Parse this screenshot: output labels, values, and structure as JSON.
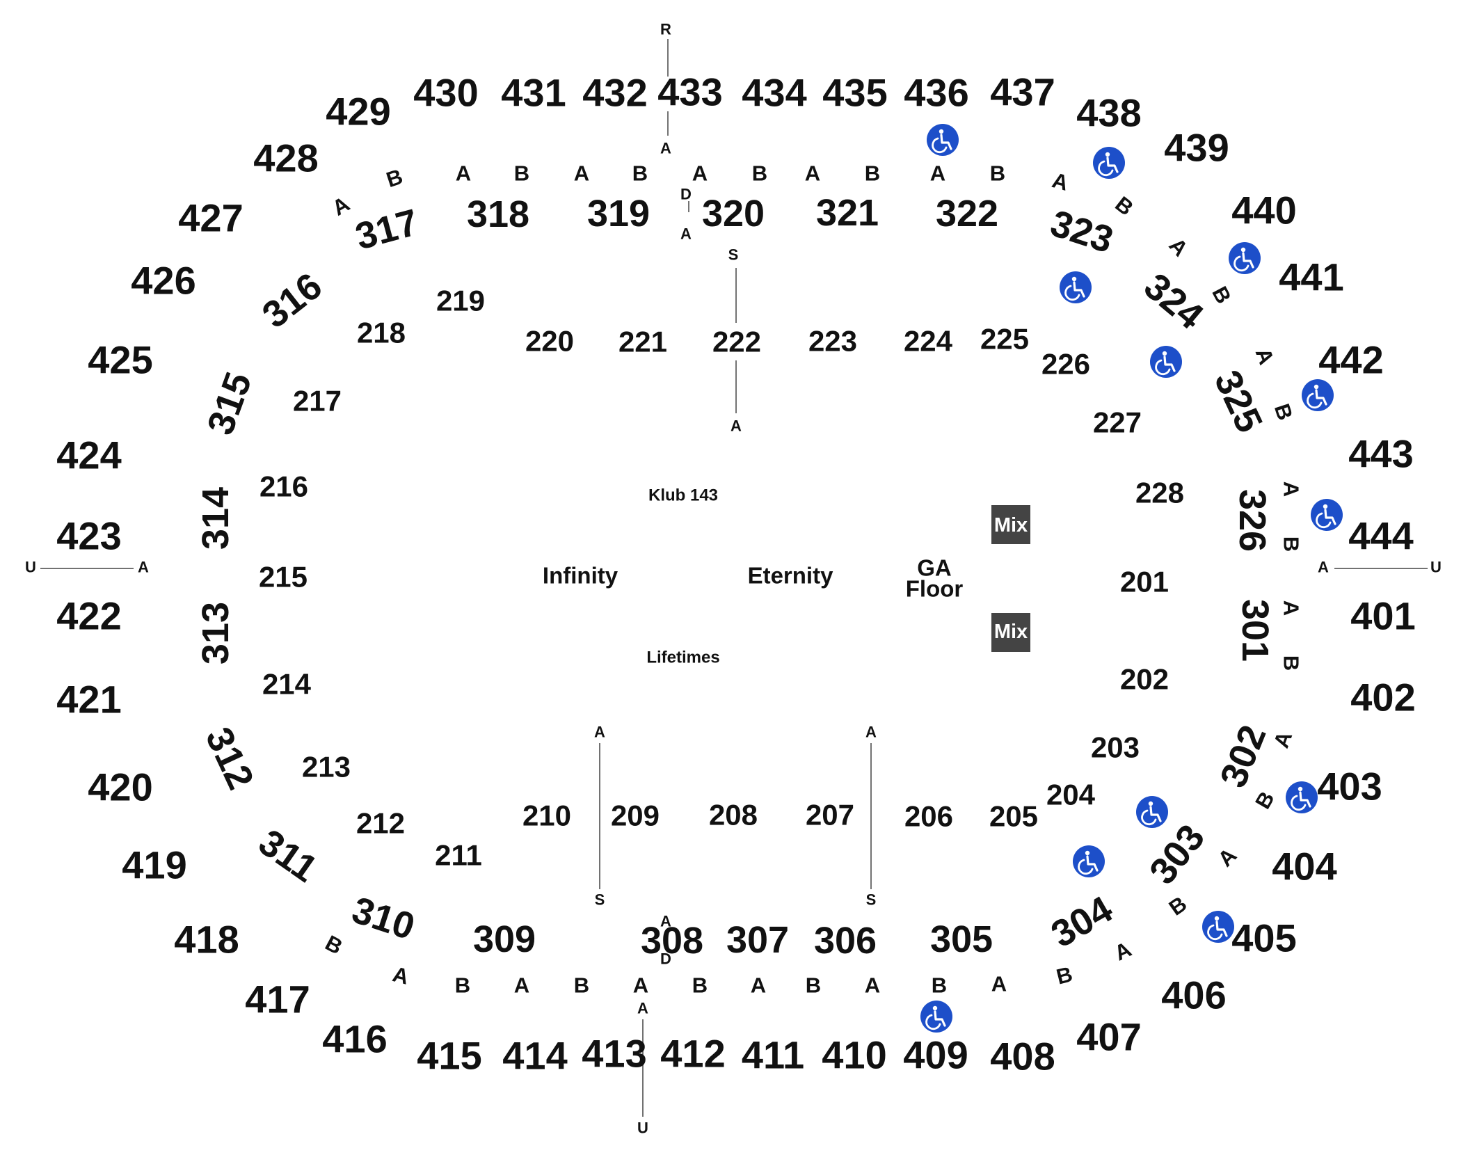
{
  "colors": {
    "accessible": "#1d4fc9",
    "mix_box": "#444444",
    "text": "#111111"
  },
  "sections_400": [
    "401",
    "402",
    "403",
    "404",
    "405",
    "406",
    "407",
    "408",
    "409",
    "410",
    "411",
    "412",
    "413",
    "414",
    "415",
    "416",
    "417",
    "418",
    "419",
    "420",
    "421",
    "422",
    "423",
    "424",
    "425",
    "426",
    "427",
    "428",
    "429",
    "430",
    "431",
    "432",
    "433",
    "434",
    "435",
    "436",
    "437",
    "438",
    "439",
    "440",
    "441",
    "442",
    "443",
    "444"
  ],
  "sections_300": [
    "301",
    "302",
    "303",
    "304",
    "305",
    "306",
    "307",
    "308",
    "309",
    "310",
    "311",
    "312",
    "313",
    "314",
    "315",
    "316",
    "317",
    "318",
    "319",
    "320",
    "321",
    "322",
    "323",
    "324",
    "325",
    "326"
  ],
  "sections_200": [
    "201",
    "202",
    "203",
    "204",
    "205",
    "206",
    "207",
    "208",
    "209",
    "210",
    "211",
    "212",
    "213",
    "214",
    "215",
    "216",
    "217",
    "218",
    "219",
    "220",
    "221",
    "222",
    "223",
    "224",
    "225",
    "226",
    "227",
    "228"
  ],
  "zones": {
    "klub": "Klub 143",
    "infinity": "Infinity",
    "eternity": "Eternity",
    "lifetimes": "Lifetimes",
    "ga_floor": [
      "GA",
      "Floor"
    ],
    "mix": "Mix"
  },
  "row_labels": {
    "a": "A",
    "b": "B",
    "d": "D",
    "r": "R",
    "s": "S",
    "u": "U"
  },
  "icons": {
    "accessible": "wheelchair-icon"
  }
}
